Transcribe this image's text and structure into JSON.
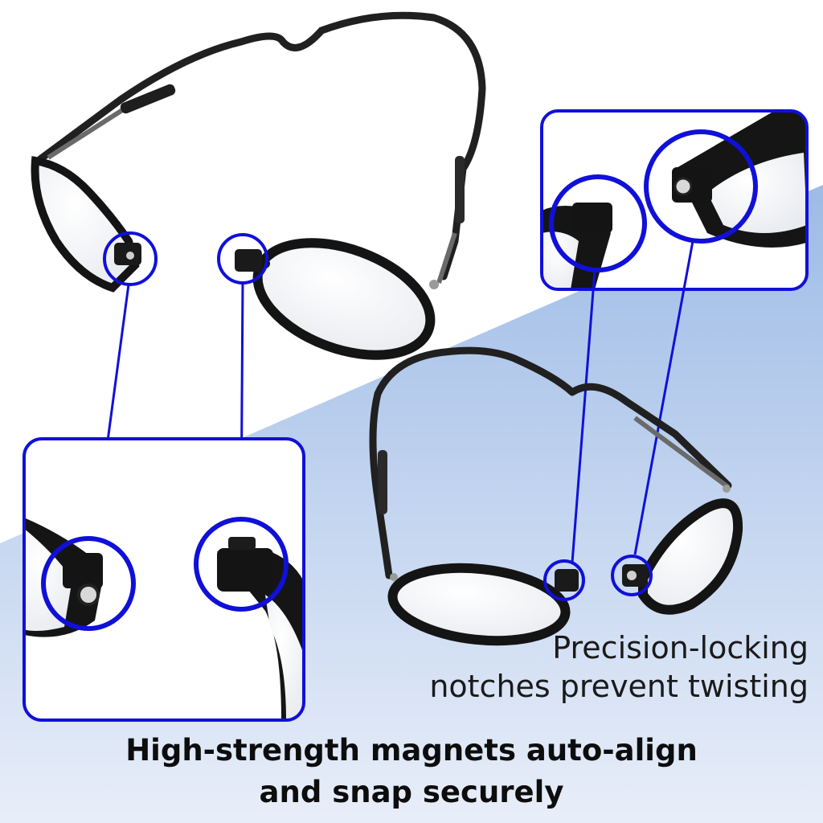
{
  "product": {
    "name": "magnetic reading glasses"
  },
  "captions": {
    "feature_line1": "Precision-locking",
    "feature_line2": "notches prevent twisting",
    "headline_line1": "High-strength magnets auto-align",
    "headline_line2": "and snap securely"
  },
  "colors": {
    "callout": "#1010d8",
    "gradient_top": "#9dbbe6",
    "gradient_bottom": "#e8eef9",
    "frame": "#161616",
    "temple": "#6a6a6a"
  }
}
